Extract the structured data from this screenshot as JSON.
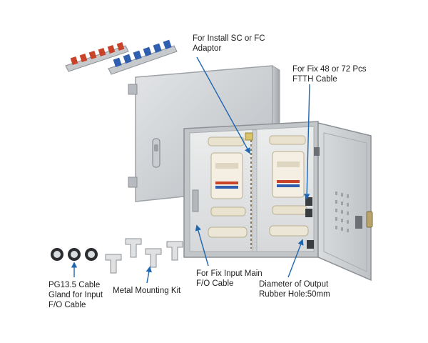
{
  "annotations": {
    "adaptor": {
      "line1": "For Install SC or FC",
      "line2": "Adaptor"
    },
    "ftth": {
      "line1": "For Fix 48 or 72 Pcs",
      "line2": "FTTH Cable"
    },
    "input_main": {
      "line1": "For Fix Input Main",
      "line2": "F/O Cable"
    },
    "output_hole": {
      "line1": "Diameter of Output",
      "line2": "Rubber Hole:50mm"
    },
    "cable_gland": {
      "line1": "PG13.5 Cable",
      "line2": "Gland  for Input",
      "line3": "F/O Cable"
    },
    "mounting_kit": {
      "line1": "Metal Mounting Kit"
    }
  },
  "colors": {
    "cabinet_body": "#d4d6d8",
    "cabinet_edge": "#9ea2a6",
    "interior": "#e6e7e8",
    "splice_tray": "#ece6d6",
    "adaptor_red": "#c8432a",
    "adaptor_blue": "#2f5fae",
    "pointer_arrow": "#1f66b0"
  }
}
